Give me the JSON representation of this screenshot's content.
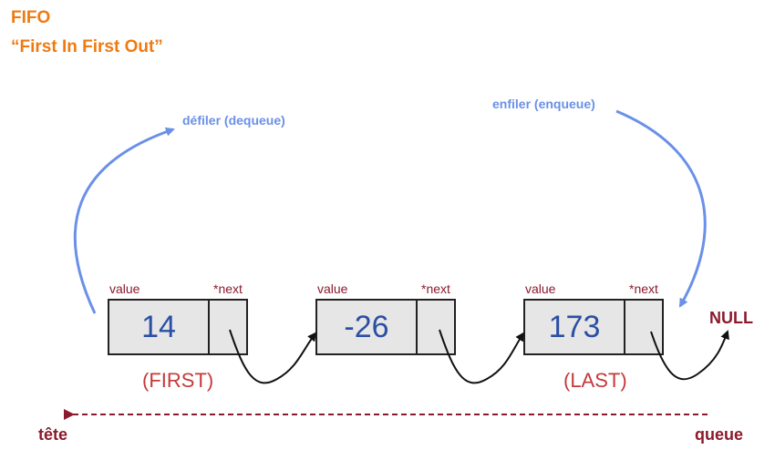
{
  "title": {
    "line1": "FIFO",
    "line2": "“First In First Out”"
  },
  "operations": {
    "dequeue": "défiler (dequeue)",
    "enqueue": "enfiler (enqueue)"
  },
  "nodes": [
    {
      "value_label": "value",
      "next_label": "*next",
      "value": "14",
      "tag": "(FIRST)"
    },
    {
      "value_label": "value",
      "next_label": "*next",
      "value": "-26",
      "tag": ""
    },
    {
      "value_label": "value",
      "next_label": "*next",
      "value": "173",
      "tag": "(LAST)"
    }
  ],
  "null_label": "NULL",
  "ends": {
    "head": "tête",
    "tail": "queue"
  },
  "colors": {
    "title": "#f07a10",
    "operation": "#6a90e8",
    "field": "#8b1a2c",
    "value": "#2b4fa3",
    "tag": "#c43a3a",
    "axis": "#8b1a2c"
  }
}
